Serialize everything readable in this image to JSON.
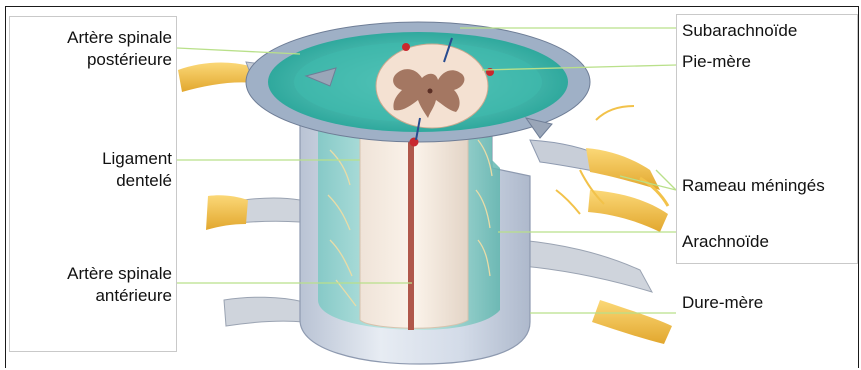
{
  "labels": {
    "left": {
      "posterior_artery_line1": "Artère spinale",
      "posterior_artery_line2": "postérieure",
      "dentate_ligament_line1": "Ligament",
      "dentate_ligament_line2": "dentelé",
      "anterior_artery_line1": "Artère spinale",
      "anterior_artery_line2": "antérieure"
    },
    "right": {
      "subarachnoid": "Subarachnoïde",
      "pia_mater": "Pie-mère",
      "meningeal_branch": "Rameau méningés",
      "arachnoid": "Arachnoïde",
      "dura_mater": "Dure-mère"
    }
  },
  "colors": {
    "leader_line": "#b9e08a",
    "cord_grey_matter": "#9b6b55",
    "cord_white_matter": "#f4e1d2",
    "subarachnoid_fill": "#2fb3a6",
    "dura_fill": "#cdd6e4",
    "nerve_yellow": "#f2c24a",
    "artery_red": "#c8282e"
  }
}
